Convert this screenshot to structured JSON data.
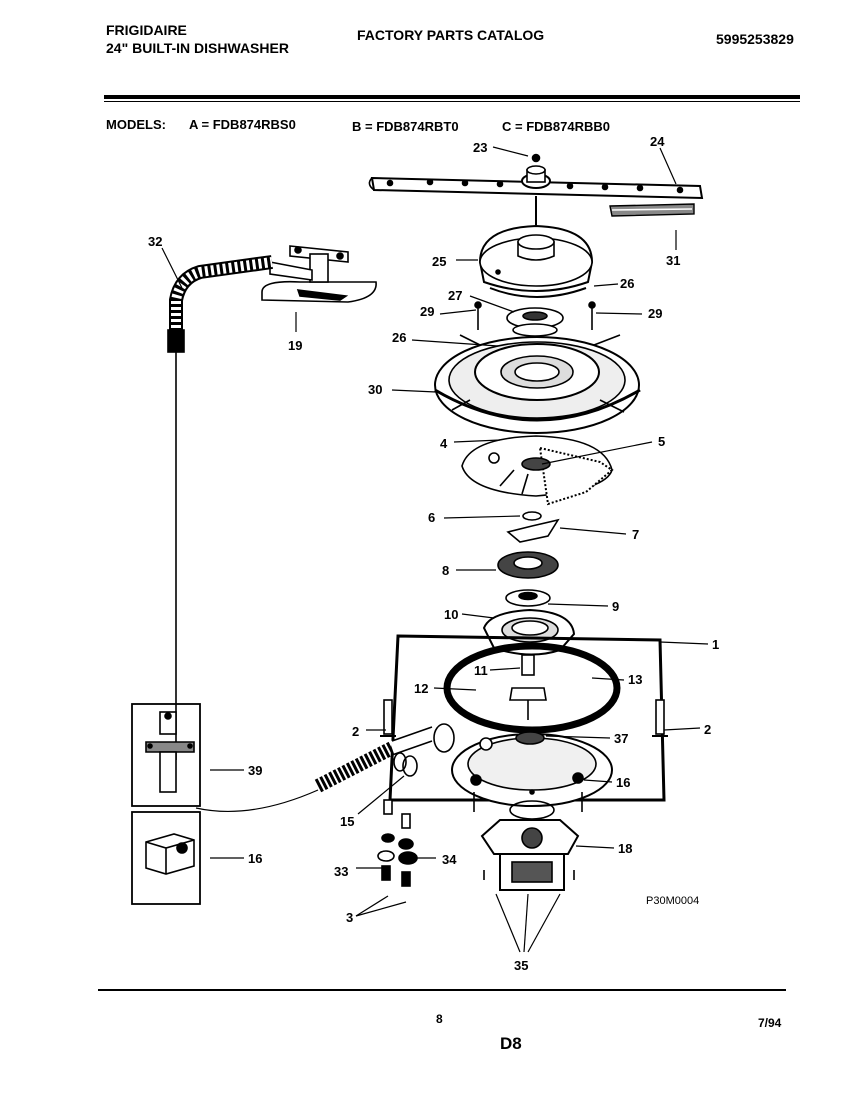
{
  "header": {
    "brand": "FRIGIDAIRE",
    "product": "24\" BUILT-IN DISHWASHER",
    "catalog": "FACTORY PARTS CATALOG",
    "part_number": "5995253829"
  },
  "models": {
    "label": "MODELS:",
    "a": "A = FDB874RBS0",
    "b": "B = FDB874RBT0",
    "c": "C = FDB874RBB0"
  },
  "callouts": {
    "c1": "1",
    "c2a": "2",
    "c2b": "2",
    "c3": "3",
    "c4": "4",
    "c5": "5",
    "c6": "6",
    "c7": "7",
    "c8": "8",
    "c9": "9",
    "c10": "10",
    "c11": "11",
    "c12": "12",
    "c13": "13",
    "c15": "15",
    "c16a": "16",
    "c16b": "16",
    "c18": "18",
    "c19": "19",
    "c23": "23",
    "c24": "24",
    "c25": "25",
    "c26a": "26",
    "c26b": "26",
    "c27": "27",
    "c29a": "29",
    "c29b": "29",
    "c30": "30",
    "c31": "31",
    "c32": "32",
    "c33": "33",
    "c34": "34",
    "c35": "35",
    "c37": "37",
    "c39": "39"
  },
  "figure_code": "P30M0004",
  "footer": {
    "page": "8",
    "section": "D8",
    "date": "7/94"
  }
}
